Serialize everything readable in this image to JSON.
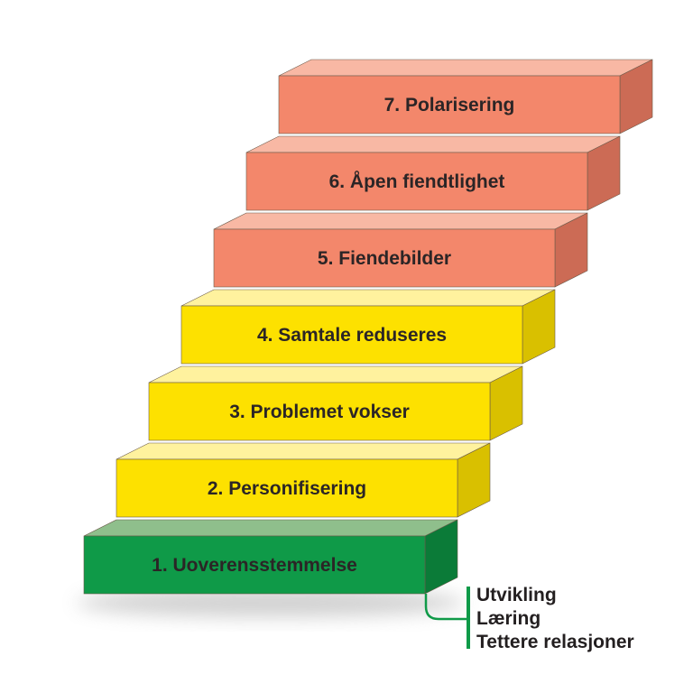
{
  "steps": [
    {
      "label": "1. Uoverensstemmelse",
      "front": "#0f9a48",
      "top": "#8fbf8c",
      "side": "#0b7b38"
    },
    {
      "label": "2. Personifisering",
      "front": "#fde100",
      "top": "#fff29e",
      "side": "#d9c000"
    },
    {
      "label": "3. Problemet vokser",
      "front": "#fde100",
      "top": "#fff29e",
      "side": "#d9c000"
    },
    {
      "label": "4. Samtale reduseres",
      "front": "#fde100",
      "top": "#fff29e",
      "side": "#d9c000"
    },
    {
      "label": "5. Fiendebilder",
      "front": "#f3876b",
      "top": "#f8b8a4",
      "side": "#cc6b55"
    },
    {
      "label": "6. Åpen fiendtlighet",
      "front": "#f3876b",
      "top": "#f8b8a4",
      "side": "#cc6b55"
    },
    {
      "label": "7. Polarisering",
      "front": "#f3876b",
      "top": "#f8b8a4",
      "side": "#cc6b55"
    }
  ],
  "outcomes": {
    "line_color": "#0f9a48",
    "items": [
      "Utvikling",
      "Læring",
      "Tettere relasjoner"
    ]
  }
}
